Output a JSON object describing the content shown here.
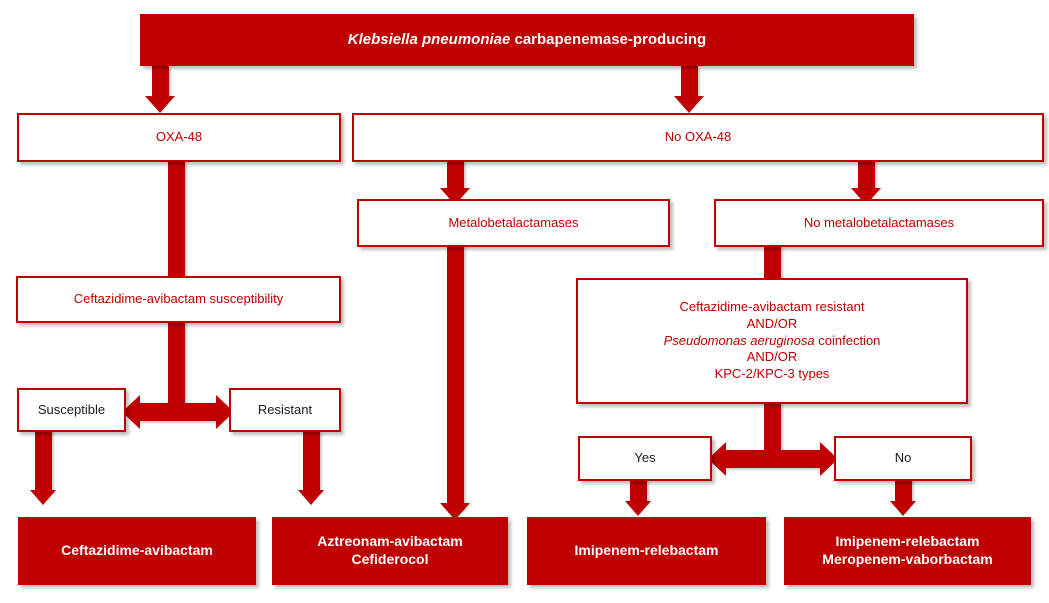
{
  "diagram": {
    "title_node": {
      "label_italic": "Klebsiella pneumoniae",
      "label_rest": " carbapenemase-producing"
    },
    "nodes": {
      "oxa48": "OXA-48",
      "no_oxa48": "No OXA-48",
      "caz_avi_susceptibility": "Ceftazidime-avibactam susceptibility",
      "susceptible": "Susceptible",
      "resistant": "Resistant",
      "metalobetalactamases": "Metalobetalactamases",
      "no_metalobetalactamases": "No metalobetalactamases",
      "condition_line1": "Ceftazidime-avibactam resistant",
      "condition_line2": "AND/OR",
      "condition_line3_italic": "Pseudomonas aeruginosa",
      "condition_line3_rest": " coinfection",
      "condition_line4": "AND/OR",
      "condition_line5": "KPC-2/KPC-3 types",
      "yes": "Yes",
      "no": "No",
      "result_caz_avi": "Ceftazidime-avibactam",
      "result_aztreonam_line1": "Aztreonam-avibactam",
      "result_aztreonam_line2": "Cefiderocol",
      "result_imipenem": "Imipenem-relebactam",
      "result_combo_line1": "Imipenem-relebactam",
      "result_combo_line2": "Meropenem-vaborbactam"
    },
    "colors": {
      "brand_red": "#C00000",
      "box_fill": "#FFFFFF",
      "text_dark": "#1A1A1A"
    }
  }
}
